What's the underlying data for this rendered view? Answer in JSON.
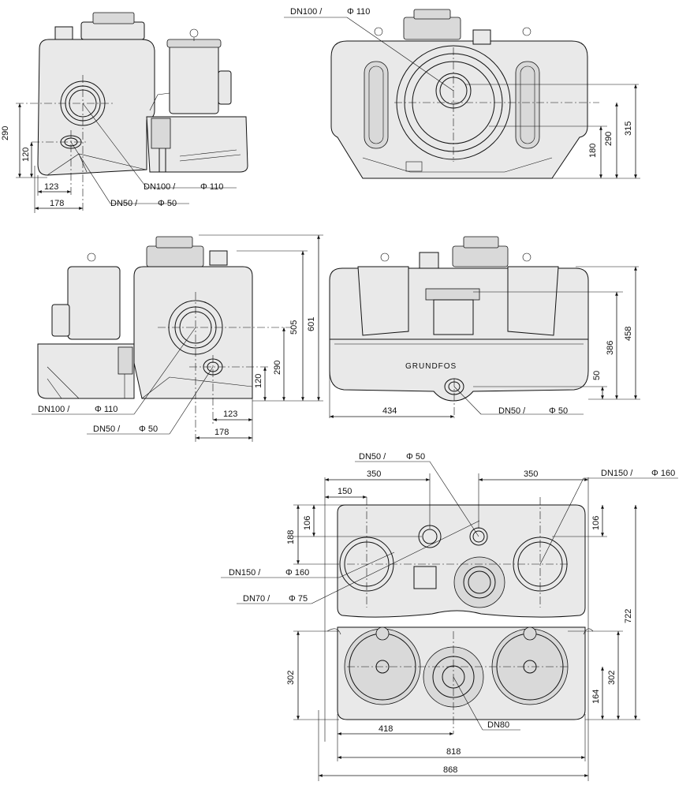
{
  "views": {
    "left_side": {
      "dims": {
        "h290": "290",
        "h120": "120",
        "w123": "123",
        "w178": "178"
      },
      "labels": {
        "dn100": "DN100 /",
        "phi110": "Φ 110",
        "dn50": "DN50 /",
        "phi50": "Φ 50"
      }
    },
    "back": {
      "dims": {
        "h180": "180",
        "h290": "290",
        "h315": "315"
      },
      "labels": {
        "dn100": "DN100 /",
        "phi110": "Φ 110"
      }
    },
    "right_side": {
      "dims": {
        "h505": "505",
        "h601": "601",
        "h290": "290",
        "h120": "120",
        "w123": "123",
        "w178": "178"
      },
      "labels": {
        "dn100": "DN100 /",
        "phi110": "Φ 110",
        "dn50": "DN50 /",
        "phi50": "Φ 50"
      }
    },
    "front": {
      "dims": {
        "h386": "386",
        "h458": "458",
        "h50": "50",
        "w434": "434"
      },
      "labels": {
        "dn50": "DN50 /",
        "phi50": "Φ 50",
        "brand": "GRUNDFOS"
      }
    },
    "top": {
      "dims": {
        "w350a": "350",
        "w350b": "350",
        "w150": "150",
        "h106a": "106",
        "h106b": "106",
        "h188": "188",
        "h302a": "302",
        "h302b": "302",
        "h164": "164",
        "h722": "722",
        "w418": "418",
        "w818": "818",
        "w868": "868"
      },
      "labels": {
        "dn50": "DN50 /",
        "phi50": "Φ 50",
        "dn150a": "DN150 /",
        "phi160a": "Φ 160",
        "dn150b": "DN150 /",
        "phi160b": "Φ 160",
        "dn70": "DN70 /",
        "phi75": "Φ 75",
        "dn80": "DN80"
      }
    }
  }
}
